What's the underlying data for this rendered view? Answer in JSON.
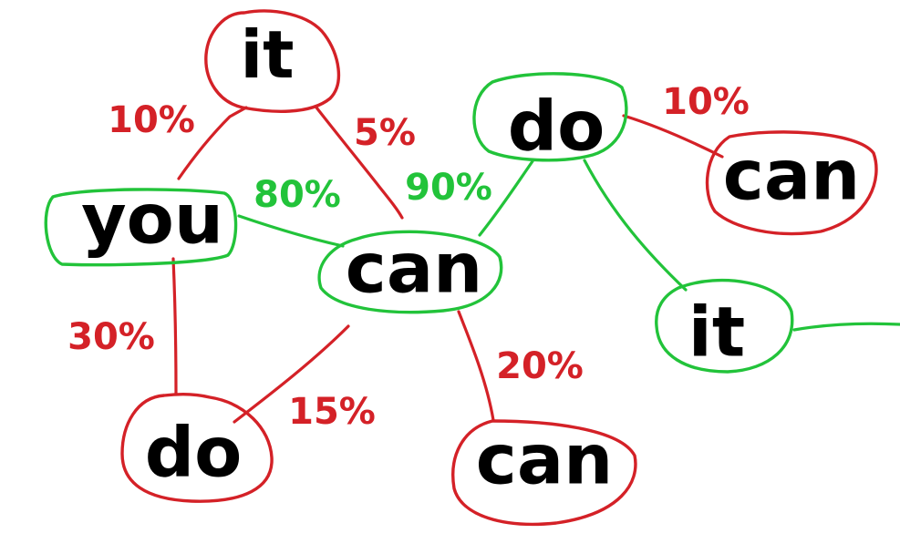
{
  "colors": {
    "red": "#d42127",
    "green": "#22c33a",
    "text": "#000000",
    "background": "#ffffff"
  },
  "nodes": {
    "it_top": {
      "word": "it",
      "outline": "red"
    },
    "you": {
      "word": "you",
      "outline": "green"
    },
    "can_center": {
      "word": "can",
      "outline": "green"
    },
    "do_bottom": {
      "word": "do",
      "outline": "red"
    },
    "can_bottom": {
      "word": "can",
      "outline": "red"
    },
    "do_top": {
      "word": "do",
      "outline": "green"
    },
    "can_right": {
      "word": "can",
      "outline": "red"
    },
    "it_right": {
      "word": "it",
      "outline": "green"
    }
  },
  "edges": {
    "you_it": {
      "from": "you",
      "to": "it",
      "label": "10%",
      "color": "red"
    },
    "it_can": {
      "from": "it",
      "to": "can",
      "label": "5%",
      "color": "red"
    },
    "you_can": {
      "from": "you",
      "to": "can",
      "label": "80%",
      "color": "green"
    },
    "you_do": {
      "from": "you",
      "to": "do",
      "label": "30%",
      "color": "red"
    },
    "can_do": {
      "from": "can",
      "to": "do",
      "label": "15%",
      "color": "red"
    },
    "can_can": {
      "from": "can",
      "to": "can",
      "label": "20%",
      "color": "red"
    },
    "can_do_top": {
      "from": "can",
      "to": "do",
      "label": "90%",
      "color": "green"
    },
    "do_can": {
      "from": "do",
      "to": "can",
      "label": "10%",
      "color": "red"
    },
    "do_it": {
      "from": "do",
      "to": "it",
      "label": "",
      "color": "green"
    },
    "it_continue": {
      "from": "it",
      "to": "",
      "label": "",
      "color": "green"
    }
  }
}
